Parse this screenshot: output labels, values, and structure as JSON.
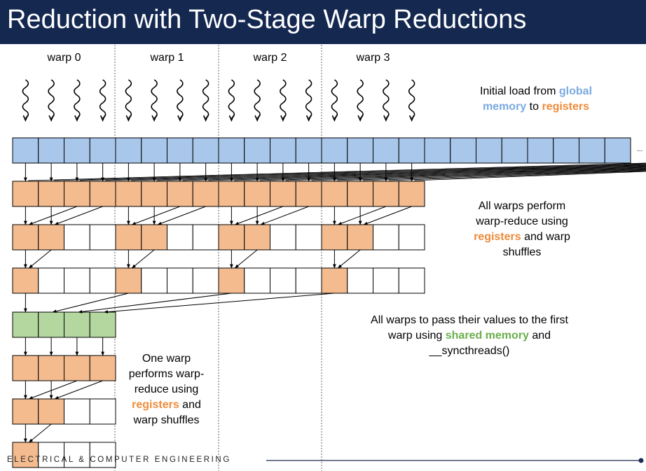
{
  "title": "Reduction with Two-Stage Warp Reductions",
  "warp_labels": [
    "warp 0",
    "warp 1",
    "warp 2",
    "warp 3"
  ],
  "ellipsis": "...",
  "colors": {
    "title_bg": "#142850",
    "global": "#a9c7ea",
    "register": "#f4bb8f",
    "shared": "#b3d79f",
    "global_text": "#7aaae0",
    "register_text": "#ee8b3a",
    "shared_text": "#6aaf4b"
  },
  "note_initial": {
    "p1": "Initial load from ",
    "global": "global",
    "br": "memory",
    "p2": " to ",
    "registers": "registers"
  },
  "note_all_warps": {
    "l1": "All warps perform",
    "l2": "warp-reduce using",
    "registers": "registers",
    "l3_rest": " and warp",
    "l4": "shuffles"
  },
  "note_shared": {
    "l1": "All warps to pass their values to the first",
    "l2a": "warp using ",
    "shared": "shared memory",
    "l2b": " and",
    "l3": "__syncthreads()"
  },
  "note_one_warp": {
    "l1": "One warp",
    "l2": "performs warp-",
    "l3": "reduce using",
    "registers": "registers",
    "l4_rest": " and",
    "l5": "warp shuffles"
  },
  "footer": "ELECTRICAL & COMPUTER ENGINEERING"
}
